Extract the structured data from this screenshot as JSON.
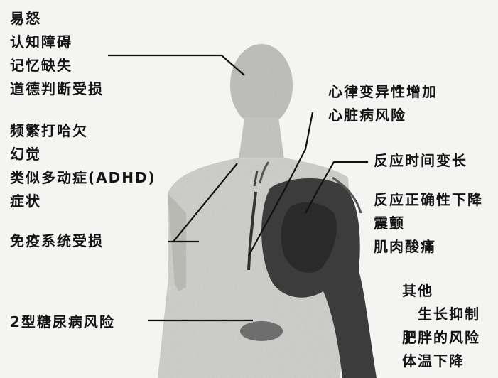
{
  "labels": {
    "head_left": [
      "易怒",
      "认知障碍",
      "记忆缺失",
      "道德判断受损"
    ],
    "left_mid": [
      "频繁打哈欠",
      "幻觉",
      "类似多动症(ADHD)",
      "症状"
    ],
    "immune": [
      "免疫系统受损"
    ],
    "diabetes": [
      "2型糖尿病风险"
    ],
    "heart": [
      "心律变异性增加",
      "心脏病风险"
    ],
    "reaction": [
      "反应时间变长"
    ],
    "accuracy": [
      "反应正确性下降",
      "震颤",
      "肌肉酸痛"
    ],
    "other": [
      "其他",
      "生长抑制",
      "肥胖的风险",
      "体温下降"
    ]
  }
}
